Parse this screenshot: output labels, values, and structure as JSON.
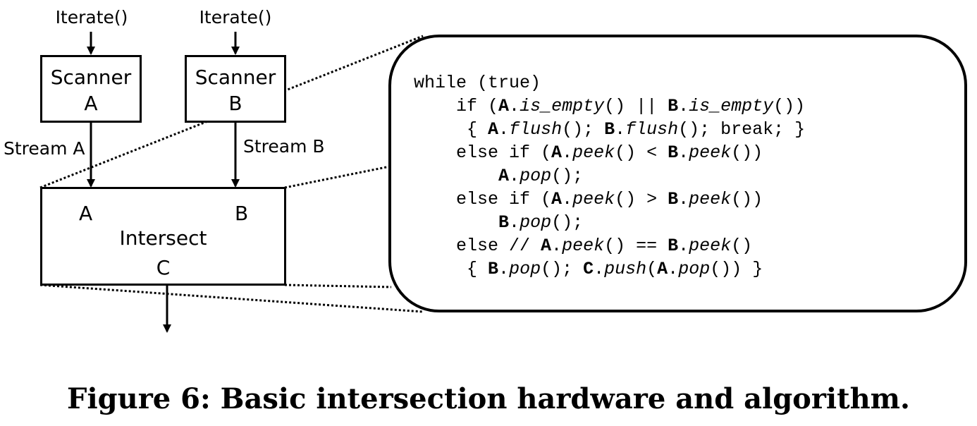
{
  "diagram": {
    "inputs": [
      "Iterate()",
      "Iterate()"
    ],
    "scanner_a": {
      "line1": "Scanner",
      "line2": "A"
    },
    "scanner_b": {
      "line1": "Scanner",
      "line2": "B"
    },
    "stream_a": "Stream A",
    "stream_b": "Stream B",
    "intersect": {
      "port_a": "A",
      "port_b": "B",
      "name": "Intersect",
      "port_c": "C"
    }
  },
  "code": [
    [
      {
        "t": "while (true)",
        "s": "p"
      }
    ],
    [
      {
        "t": "    if (",
        "s": "p"
      },
      {
        "t": "A",
        "s": "b"
      },
      {
        "t": ".",
        "s": "p"
      },
      {
        "t": "is_empty",
        "s": "i"
      },
      {
        "t": "() || ",
        "s": "p"
      },
      {
        "t": "B",
        "s": "b"
      },
      {
        "t": ".",
        "s": "p"
      },
      {
        "t": "is_empty",
        "s": "i"
      },
      {
        "t": "())",
        "s": "p"
      }
    ],
    [
      {
        "t": "     { ",
        "s": "p"
      },
      {
        "t": "A",
        "s": "b"
      },
      {
        "t": ".",
        "s": "p"
      },
      {
        "t": "flush",
        "s": "i"
      },
      {
        "t": "(); ",
        "s": "p"
      },
      {
        "t": "B",
        "s": "b"
      },
      {
        "t": ".",
        "s": "p"
      },
      {
        "t": "flush",
        "s": "i"
      },
      {
        "t": "(); break; }",
        "s": "p"
      }
    ],
    [
      {
        "t": "    else if (",
        "s": "p"
      },
      {
        "t": "A",
        "s": "b"
      },
      {
        "t": ".",
        "s": "p"
      },
      {
        "t": "peek",
        "s": "i"
      },
      {
        "t": "() < ",
        "s": "p"
      },
      {
        "t": "B",
        "s": "b"
      },
      {
        "t": ".",
        "s": "p"
      },
      {
        "t": "peek",
        "s": "i"
      },
      {
        "t": "())",
        "s": "p"
      }
    ],
    [
      {
        "t": "        ",
        "s": "p"
      },
      {
        "t": "A",
        "s": "b"
      },
      {
        "t": ".",
        "s": "p"
      },
      {
        "t": "pop",
        "s": "i"
      },
      {
        "t": "();",
        "s": "p"
      }
    ],
    [
      {
        "t": "    else if (",
        "s": "p"
      },
      {
        "t": "A",
        "s": "b"
      },
      {
        "t": ".",
        "s": "p"
      },
      {
        "t": "peek",
        "s": "i"
      },
      {
        "t": "() > ",
        "s": "p"
      },
      {
        "t": "B",
        "s": "b"
      },
      {
        "t": ".",
        "s": "p"
      },
      {
        "t": "peek",
        "s": "i"
      },
      {
        "t": "())",
        "s": "p"
      }
    ],
    [
      {
        "t": "        ",
        "s": "p"
      },
      {
        "t": "B",
        "s": "b"
      },
      {
        "t": ".",
        "s": "p"
      },
      {
        "t": "pop",
        "s": "i"
      },
      {
        "t": "();",
        "s": "p"
      }
    ],
    [
      {
        "t": "    else // ",
        "s": "p"
      },
      {
        "t": "A",
        "s": "b"
      },
      {
        "t": ".",
        "s": "p"
      },
      {
        "t": "peek",
        "s": "i"
      },
      {
        "t": "() == ",
        "s": "p"
      },
      {
        "t": "B",
        "s": "b"
      },
      {
        "t": ".",
        "s": "p"
      },
      {
        "t": "peek",
        "s": "i"
      },
      {
        "t": "()",
        "s": "p"
      }
    ],
    [
      {
        "t": "     { ",
        "s": "p"
      },
      {
        "t": "B",
        "s": "b"
      },
      {
        "t": ".",
        "s": "p"
      },
      {
        "t": "pop",
        "s": "i"
      },
      {
        "t": "(); ",
        "s": "p"
      },
      {
        "t": "C",
        "s": "b"
      },
      {
        "t": ".",
        "s": "p"
      },
      {
        "t": "push",
        "s": "i"
      },
      {
        "t": "(",
        "s": "p"
      },
      {
        "t": "A",
        "s": "b"
      },
      {
        "t": ".",
        "s": "p"
      },
      {
        "t": "pop",
        "s": "i"
      },
      {
        "t": "()) }",
        "s": "p"
      }
    ]
  ],
  "caption": "Figure 6: Basic intersection hardware and algorithm."
}
